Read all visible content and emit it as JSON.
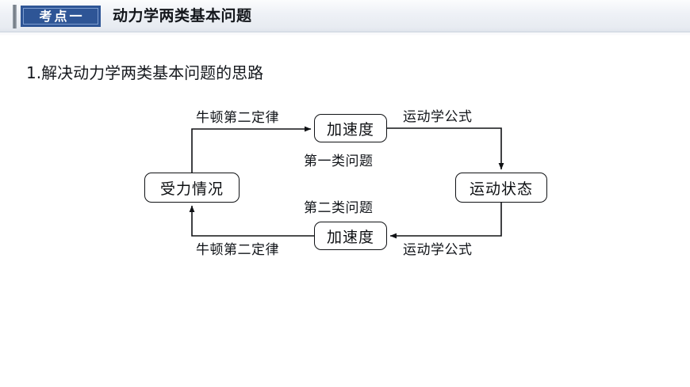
{
  "header": {
    "badge_label": "考点一",
    "title": "动力学两类基本问题",
    "badge_color": "#2e5596",
    "band_color": "#eef1f6"
  },
  "section": {
    "title": "1.解决动力学两类基本问题的思路"
  },
  "diagram": {
    "type": "flowchart",
    "nodes": [
      {
        "id": "forces",
        "label": "受力情况"
      },
      {
        "id": "accel-1",
        "label": "加速度"
      },
      {
        "id": "accel-2",
        "label": "加速度"
      },
      {
        "id": "motion",
        "label": "运动状态"
      }
    ],
    "edge_labels": [
      {
        "id": "newton-top",
        "label": "牛顿第二定律"
      },
      {
        "id": "kinem-top",
        "label": "运动学公式"
      },
      {
        "id": "type-one",
        "label": "第一类问题"
      },
      {
        "id": "type-two",
        "label": "第二类问题"
      },
      {
        "id": "newton-bot",
        "label": "牛顿第二定律"
      },
      {
        "id": "kinem-bot",
        "label": "运动学公式"
      }
    ],
    "line_color": "#101215"
  }
}
